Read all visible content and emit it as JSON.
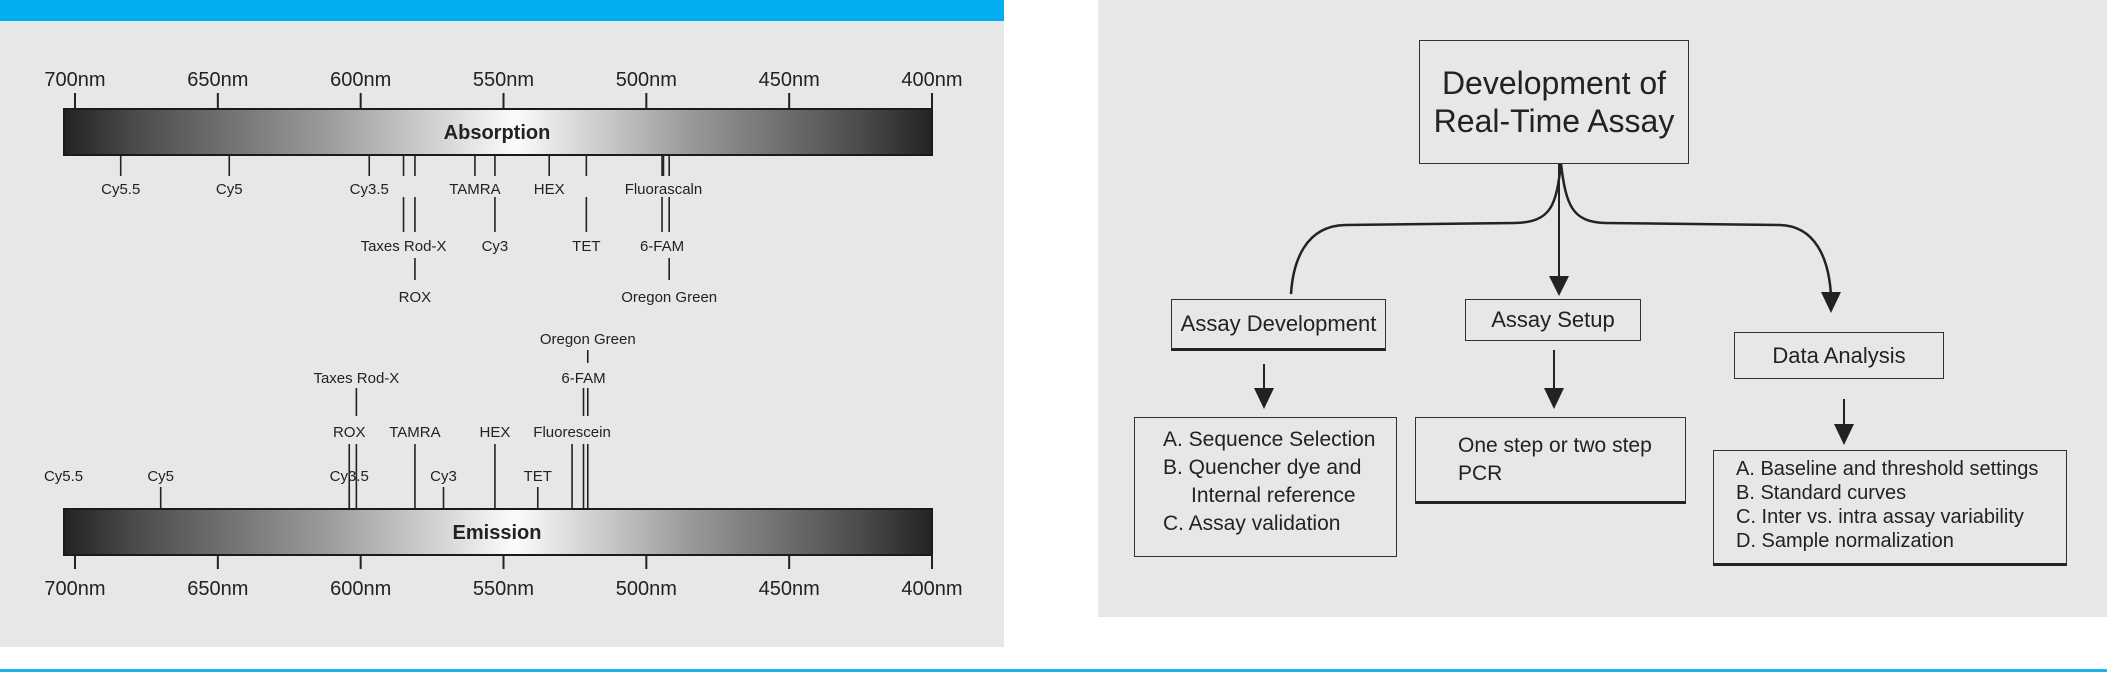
{
  "colors": {
    "accent_blue": "#00aeef",
    "panel_bg": "#e6e7e8"
  },
  "chart_data": [
    {
      "type": "spectrum-scale",
      "bar_label": "Absorption",
      "axis": {
        "ticks": [
          700,
          650,
          600,
          550,
          500,
          450,
          400
        ],
        "tick_labels": [
          "700nm",
          "650nm",
          "600nm",
          "550nm",
          "500nm",
          "450nm",
          "400nm"
        ],
        "range": [
          700,
          400
        ]
      },
      "dyes": [
        {
          "name": "Cy5.5",
          "lambda": 684,
          "row": 1
        },
        {
          "name": "Cy5",
          "lambda": 646,
          "row": 1
        },
        {
          "name": "Cy3.5",
          "lambda": 597,
          "row": 1
        },
        {
          "name": "Taxes Rod-X",
          "lambda": 585,
          "row": 2
        },
        {
          "name": "ROX",
          "lambda": 581,
          "row": 3
        },
        {
          "name": "TAMRA",
          "lambda": 560,
          "row": 1
        },
        {
          "name": "Cy3",
          "lambda": 553,
          "row": 2
        },
        {
          "name": "HEX",
          "lambda": 534,
          "row": 1
        },
        {
          "name": "TET",
          "lambda": 521,
          "row": 2
        },
        {
          "name": "Fluorascaln",
          "lambda": 494,
          "row": 1
        },
        {
          "name": "6-FAM",
          "lambda": 494.5,
          "row": 2
        },
        {
          "name": "Oregon Green",
          "lambda": 492,
          "row": 3
        }
      ]
    },
    {
      "type": "spectrum-scale",
      "bar_label": "Emission",
      "axis": {
        "ticks": [
          700,
          650,
          600,
          550,
          500,
          450,
          400
        ],
        "tick_labels": [
          "700nm",
          "650nm",
          "600nm",
          "550nm",
          "500nm",
          "450nm",
          "400nm"
        ],
        "range": [
          700,
          400
        ]
      },
      "dyes": [
        {
          "name": "Cy5.5",
          "lambda": 704,
          "row": 1,
          "line": false
        },
        {
          "name": "Cy5",
          "lambda": 670,
          "row": 1
        },
        {
          "name": "Cy3.5",
          "lambda": 604,
          "row": 1
        },
        {
          "name": "ROX",
          "lambda": 604,
          "row": 2
        },
        {
          "name": "Taxes Rod-X",
          "lambda": 601.5,
          "row": 3
        },
        {
          "name": "TAMRA",
          "lambda": 581,
          "row": 2
        },
        {
          "name": "Cy3",
          "lambda": 571,
          "row": 1
        },
        {
          "name": "HEX",
          "lambda": 553,
          "row": 2
        },
        {
          "name": "TET",
          "lambda": 538,
          "row": 1
        },
        {
          "name": "Fluorescein",
          "lambda": 526,
          "row": 2
        },
        {
          "name": "6-FAM",
          "lambda": 522,
          "row": 3
        },
        {
          "name": "Oregon Green",
          "lambda": 520.5,
          "row": 4
        }
      ]
    }
  ],
  "flowchart": {
    "title_lines": [
      "Development of",
      "Real-Time Assay"
    ],
    "branches": [
      {
        "label": "Assay Development",
        "items": [
          "A. Sequence Selection",
          "B. Quencher dye and",
          "Internal reference",
          "C. Assay validation"
        ]
      },
      {
        "label": "Assay Setup",
        "items": [
          "One step or two step",
          "PCR"
        ]
      },
      {
        "label": "Data Analysis",
        "items": [
          "A. Baseline and threshold settings",
          "B. Standard curves",
          "C. Inter vs. intra assay variability",
          "D. Sample normalization"
        ]
      }
    ]
  }
}
